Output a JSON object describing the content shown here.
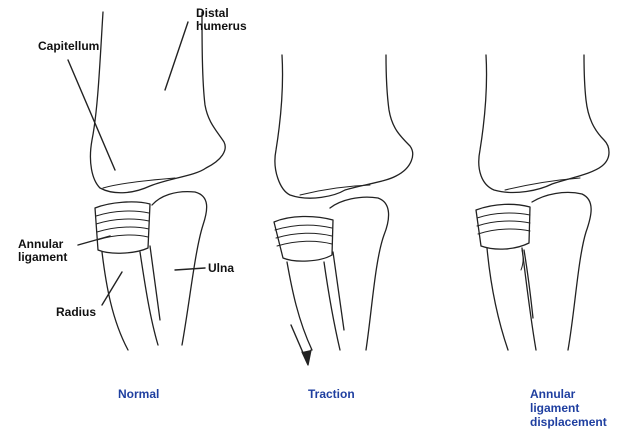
{
  "labels": {
    "distal_humerus": [
      "Distal",
      "humerus"
    ],
    "capitellum": "Capitellum",
    "annular_ligament": [
      "Annular",
      "ligament"
    ],
    "ulna": "Ulna",
    "radius": "Radius"
  },
  "panels": [
    {
      "caption": [
        "Normal"
      ]
    },
    {
      "caption": [
        "Traction"
      ]
    },
    {
      "caption": [
        "Annular",
        "ligament",
        "displacement"
      ]
    }
  ],
  "colors": {
    "caption": "#1f3fa0",
    "line": "#222222",
    "text": "#111111"
  }
}
